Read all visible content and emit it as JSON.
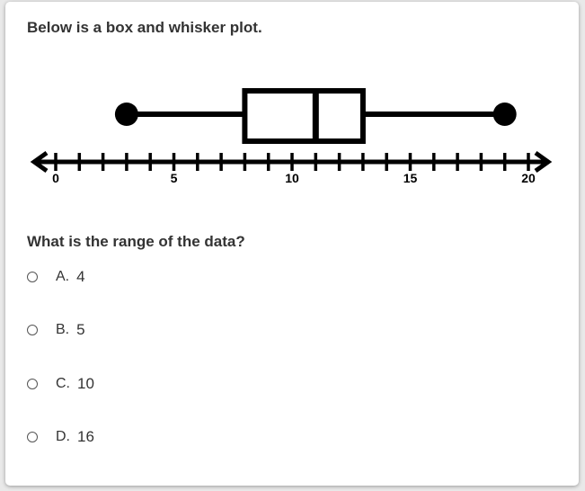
{
  "prompt": "Below is a box and whisker plot.",
  "question": "What is the range of the data?",
  "options": [
    {
      "letter": "A.",
      "text": "4"
    },
    {
      "letter": "B.",
      "text": "5"
    },
    {
      "letter": "C.",
      "text": "10"
    },
    {
      "letter": "D.",
      "text": "16"
    }
  ],
  "chart_data": {
    "type": "boxplot",
    "min": 3,
    "q1": 8,
    "median": 11,
    "q3": 13,
    "max": 19,
    "axis": {
      "range": [
        0,
        20
      ],
      "tick_step": 1,
      "labels": [
        "0",
        "5",
        "10",
        "15",
        "20"
      ],
      "label_values": [
        0,
        5,
        10,
        15,
        20
      ]
    }
  }
}
